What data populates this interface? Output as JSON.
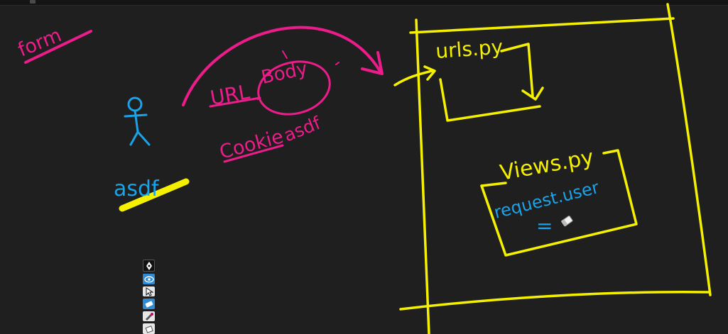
{
  "app": {
    "title": ""
  },
  "board": {
    "labels": {
      "form": "form",
      "url": "URL",
      "body": "Body",
      "cookie": "Cookie",
      "cookie_value": "asdf",
      "user_name": "asdf",
      "urls_py": "urls.py",
      "views_py": "Views.py",
      "request_user": "request.user",
      "equals": "="
    },
    "colors": {
      "background": "#1f1f1f",
      "pink": "#ec1c8a",
      "yellow": "#f4f000",
      "blue": "#1aa3e8"
    }
  },
  "toolbar": {
    "tools": [
      {
        "name": "pen-tool",
        "icon": "pen-nib-icon"
      },
      {
        "name": "view-tool",
        "icon": "eye-icon"
      },
      {
        "name": "select-tool",
        "icon": "cursor-icon"
      },
      {
        "name": "eraser-tool",
        "icon": "eraser-icon"
      },
      {
        "name": "highlighter-tool",
        "icon": "highlighter-icon"
      },
      {
        "name": "clear-tool",
        "icon": "clear-icon"
      }
    ]
  }
}
